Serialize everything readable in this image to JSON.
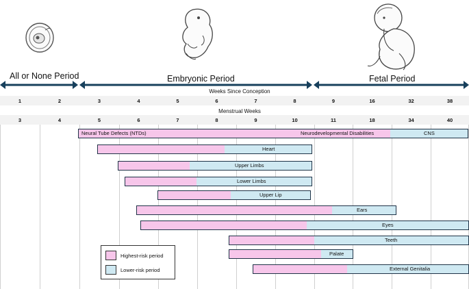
{
  "periods": {
    "all_or_none": "All or None Period",
    "embryonic": "Embryonic Period",
    "fetal": "Fetal Period"
  },
  "axis": {
    "conception_title": "Weeks Since Conception",
    "menstrual_title": "Menstrual Weeks",
    "conception_weeks": [
      "1",
      "2",
      "3",
      "4",
      "5",
      "6",
      "7",
      "8",
      "9",
      "16",
      "32",
      "38"
    ],
    "menstrual_weeks": [
      "3",
      "4",
      "5",
      "6",
      "7",
      "8",
      "9",
      "10",
      "11",
      "18",
      "34",
      "40"
    ]
  },
  "bars": [
    {
      "name": "Neural Tube Defects (NTDs)",
      "label_left": "Neural Tube Defects (NTDs)",
      "label_mid": "Neurodevelopmental Disabilities",
      "label_right": "CNS",
      "high_fraction": 0.798
    },
    {
      "name": "Heart",
      "label": "Heart",
      "high_fraction": 0.59
    },
    {
      "name": "Upper Limbs",
      "label": "Upper Limbs",
      "high_fraction": 0.367
    },
    {
      "name": "Lower Limbs",
      "label": "Lower Limbs",
      "high_fraction": 0.38
    },
    {
      "name": "Upper Lip",
      "label": "Upper Lip",
      "high_fraction": 0.473
    },
    {
      "name": "Ears",
      "label": "Ears",
      "high_fraction": 0.75
    },
    {
      "name": "Eyes",
      "label": "Eyes",
      "high_fraction": 0.504
    },
    {
      "name": "Teeth",
      "label": "Teeth",
      "high_fraction": 0.353
    },
    {
      "name": "Palate",
      "label": "Palate",
      "high_fraction": 0.737
    },
    {
      "name": "External Genitalia",
      "label": "External Genitalia",
      "high_fraction": 0.433
    }
  ],
  "legend": {
    "high": "Highest-risk period",
    "low": "Lower-risk period"
  },
  "colors": {
    "high_risk": "#f7c6ea",
    "low_risk": "#cfe9f2",
    "arrow": "#17405c",
    "border": "#1f3347"
  }
}
